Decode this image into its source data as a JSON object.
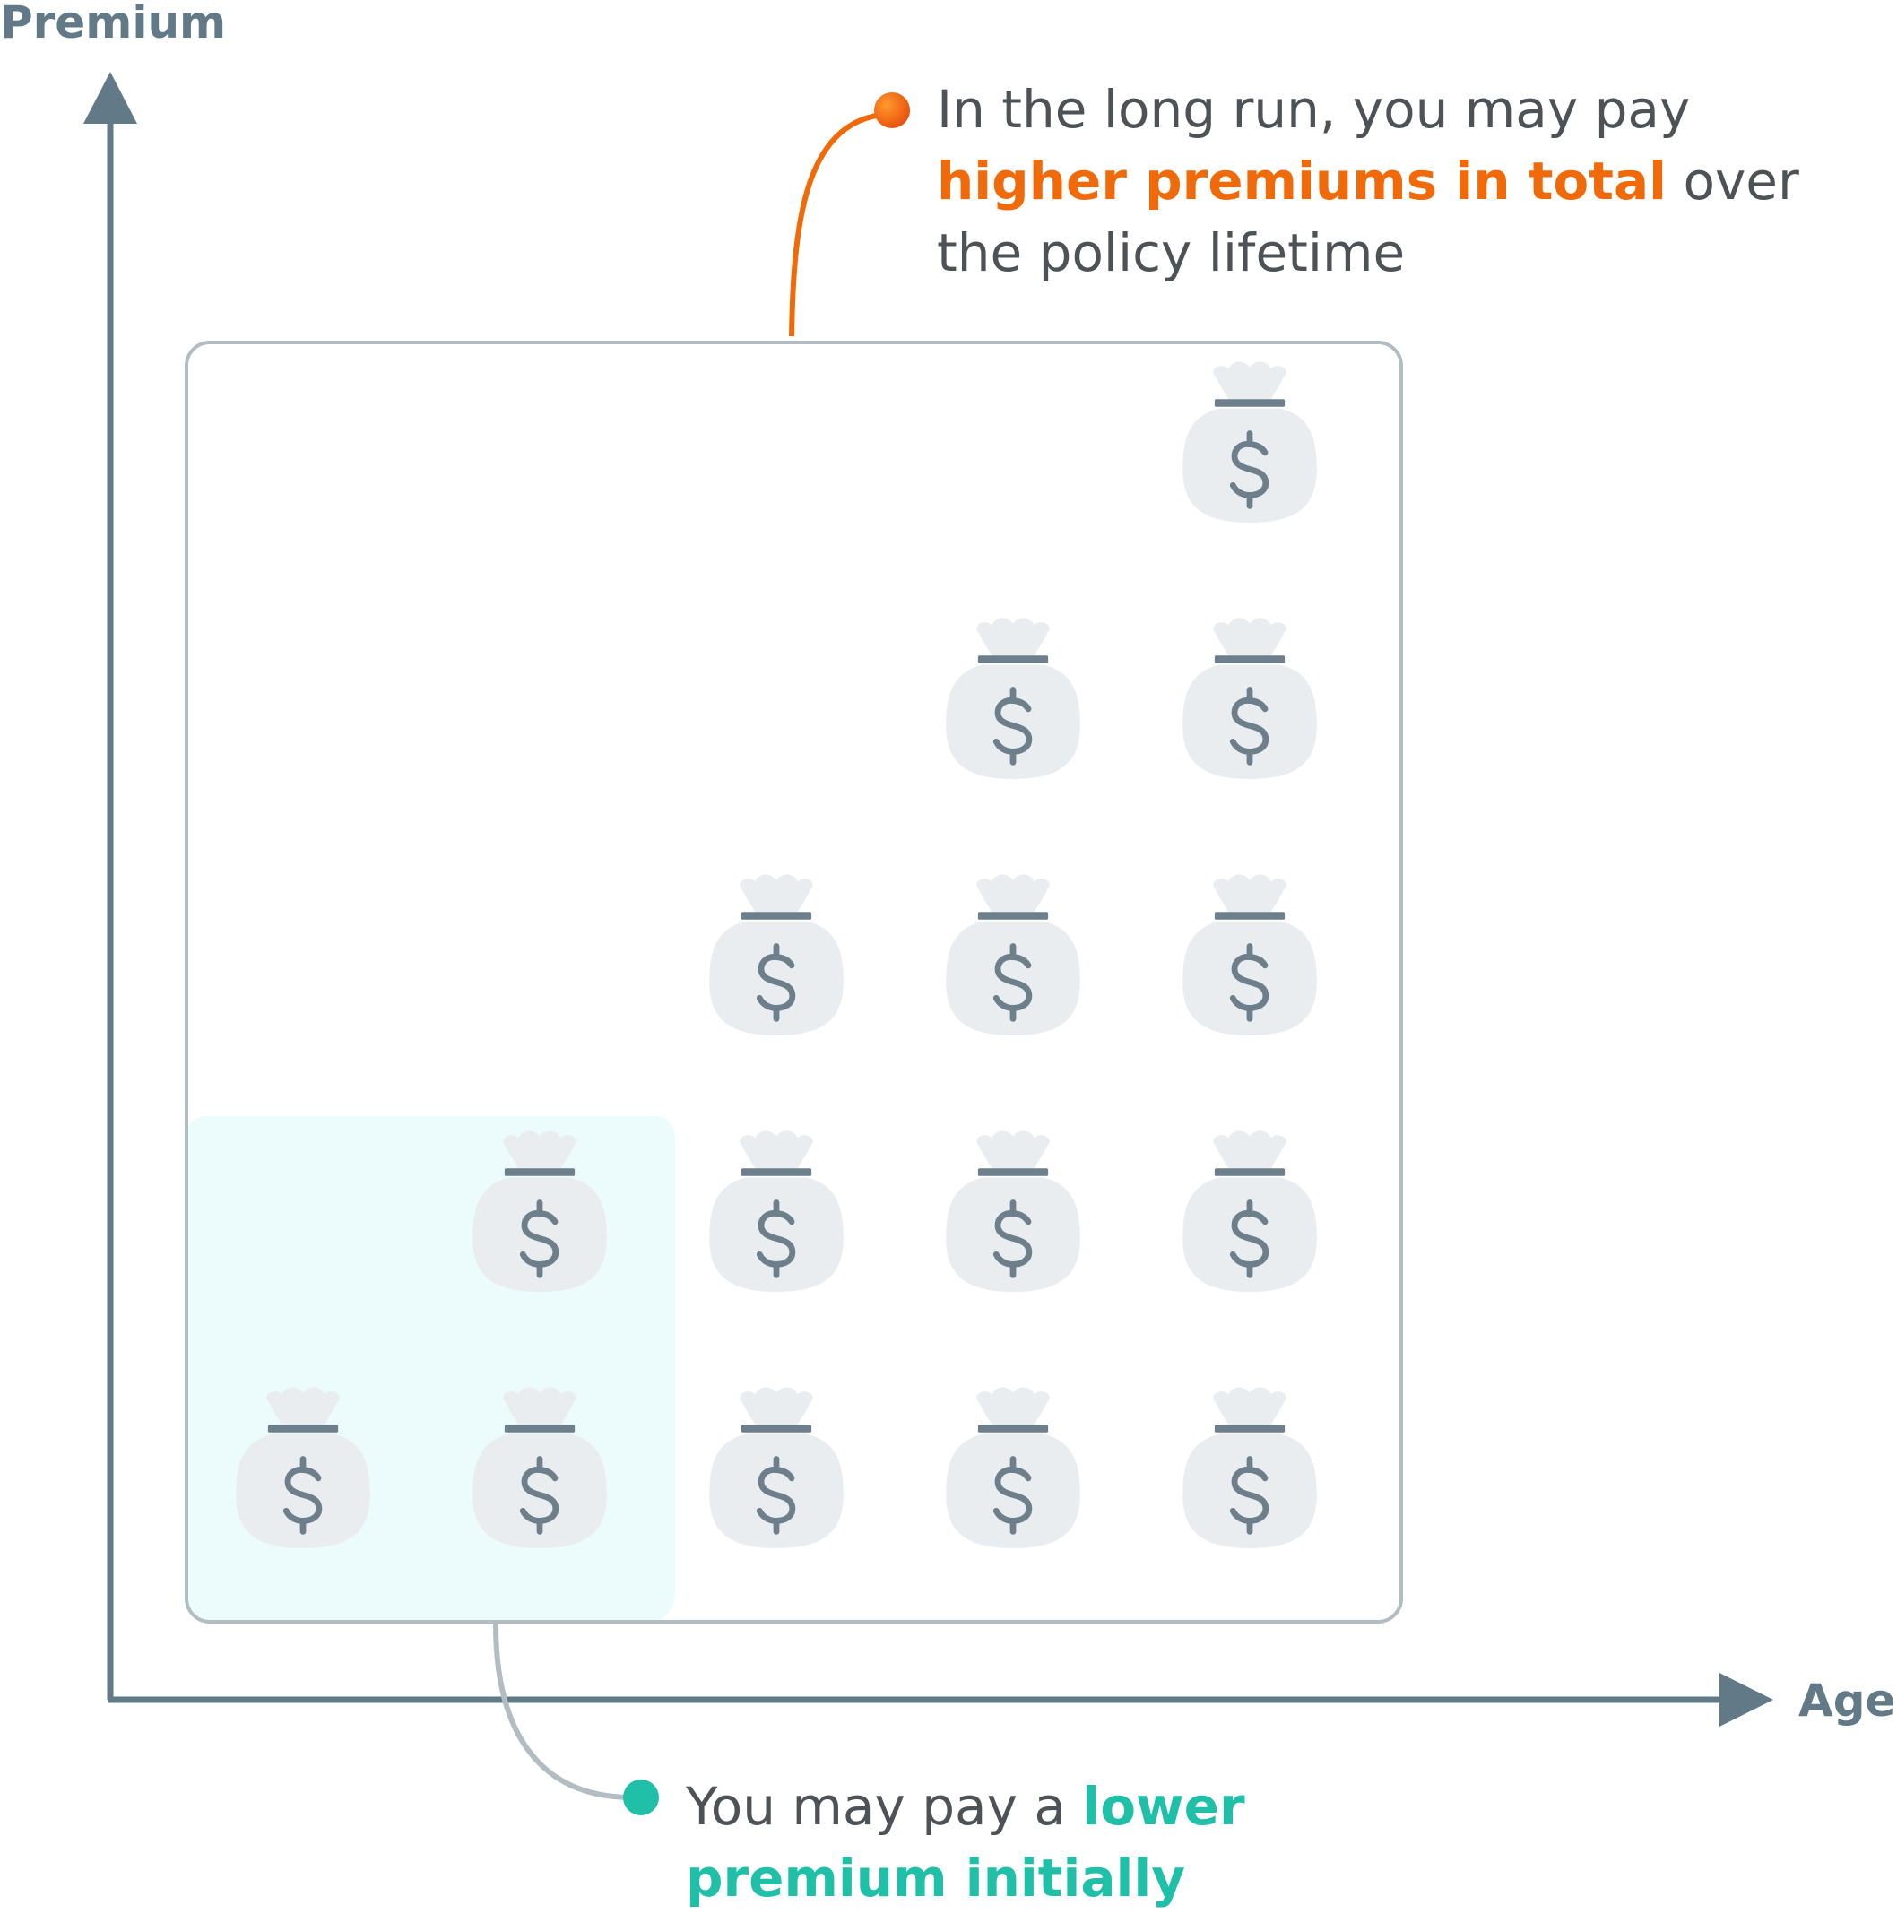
{
  "axes": {
    "y_label": "Premium",
    "x_label": "Age"
  },
  "callouts": {
    "top": {
      "line1": "In the long run, you may pay",
      "highlight": "higher premiums in total",
      "after_highlight": " over",
      "line3": "the policy lifetime"
    },
    "bottom": {
      "before_highlight": "You may pay a ",
      "highlight_1": "lower",
      "highlight_2": "premium initially"
    }
  },
  "columns": [
    {
      "bags": 1
    },
    {
      "bags": 2
    },
    {
      "bags": 3
    },
    {
      "bags": 4
    },
    {
      "bags": 5
    }
  ],
  "highlighted_columns": 2,
  "icons": {
    "bag": "money-bag-icon",
    "glyph": "$"
  },
  "colors": {
    "axis": "#627a88",
    "frame": "#b2bcc3",
    "bag": "#eaedf0",
    "bag_detail": "#6c7f8b",
    "highlight_bg": "#ecfbfb",
    "orange": "#f06a0a",
    "teal": "#1fbfa8",
    "text": "#4d5256"
  }
}
